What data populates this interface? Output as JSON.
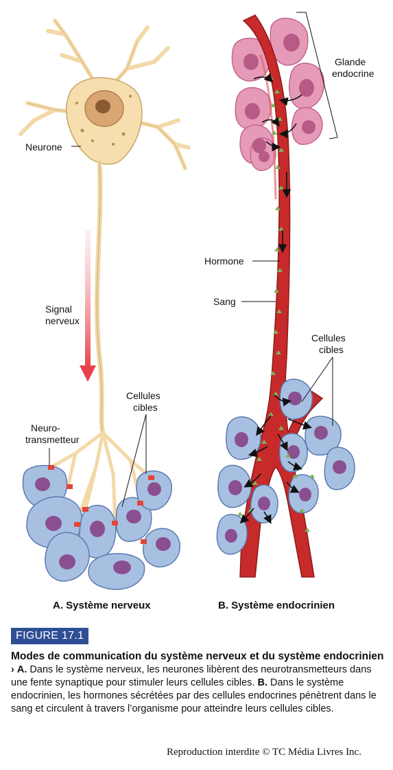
{
  "labels": {
    "neurone": "Neurone",
    "signal_nerveux": [
      "Signal",
      "nerveux"
    ],
    "neurotransmetteur": [
      "Neuro-",
      "transmetteur"
    ],
    "cellules_cibles_a": [
      "Cellules",
      "cibles"
    ],
    "glande_endocrine": [
      "Glande",
      "endocrine"
    ],
    "hormone": "Hormone",
    "sang": "Sang",
    "cellules_cibles_b": [
      "Cellules",
      "cibles"
    ]
  },
  "panels": {
    "a": "A. Système nerveux",
    "b": "B. Système endocrinien"
  },
  "figure": {
    "badge": "FIGURE 17.1",
    "title": "Modes de communication du système nerveux et du système endocrinien",
    "marker": "›",
    "a_label": "A.",
    "a_text": "Dans le système nerveux, les neurones libèrent des neurotransmetteurs dans une fente synaptique pour stimuler leurs cellules cibles.",
    "b_label": "B.",
    "b_text": "Dans le système endocrinien, les hormones sécrétées par des cellules endocrines pénètrent dans le sang et circulent à travers l’organisme pour atteindre leurs cellules cibles."
  },
  "copyright": "Reproduction interdite © TC Média Livres Inc.",
  "colors": {
    "neuron": "#f6deae",
    "neuron_edge": "#c9a46a",
    "target_cell": "#a7c0e2",
    "target_edge": "#5b79ae",
    "nucleus": "#8a4f8f",
    "gland_cell": "#e59ab7",
    "gland_nucleus": "#b85a86",
    "blood": "#c62a2a",
    "hormone": "#7ab45a",
    "synapse": "#e2453a",
    "signal_arrow": "#e7424b",
    "badge": "#2f4f95"
  }
}
